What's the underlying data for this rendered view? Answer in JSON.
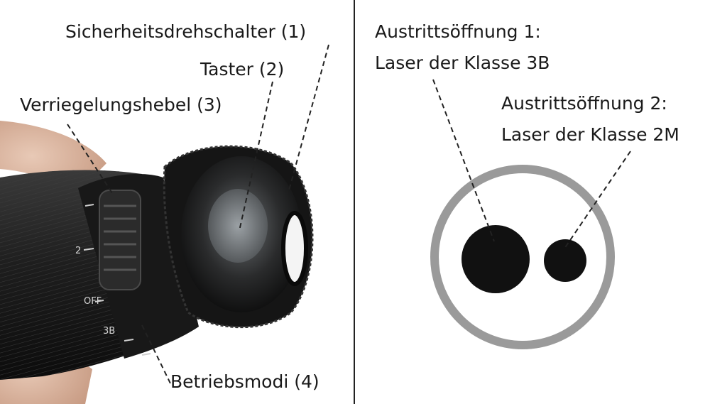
{
  "left_panel": {
    "labels": {
      "safety_switch": "Sicherheitsdrehschalter (1)",
      "button": "Taster (2)",
      "locking_lever": "Verriegelungshebel (3)",
      "operating_modes": "Betriebsmodi (4)"
    },
    "dial_marks": {
      "mark_a": "2",
      "mark_b": "OFF",
      "mark_c": "3B"
    }
  },
  "right_panel": {
    "aperture_1": {
      "line1": "Austrittsöffnung 1:",
      "line2": "Laser der Klasse 3B"
    },
    "aperture_2": {
      "line1": "Austrittsöffnung 2:",
      "line2": "Laser der Klasse 2M"
    }
  },
  "colors": {
    "ring": "#9a9a9a",
    "dot": "#111111",
    "divider": "#222222",
    "device_body": "#1c1c1c"
  }
}
